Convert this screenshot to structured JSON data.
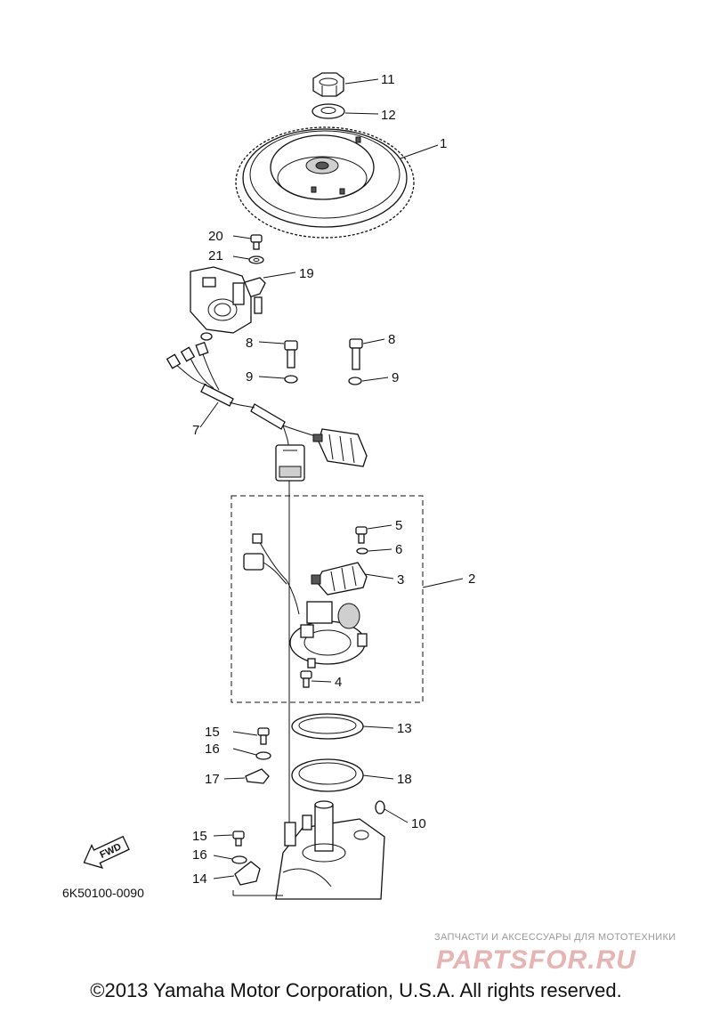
{
  "diagram": {
    "drawing_code": "6K50100-0090",
    "fwd_label": "FWD",
    "copyright": "©2013 Yamaha Motor Corporation, U.S.A. All rights reserved.",
    "watermark_tagline": "ЗАПЧАСТИ И АКСЕССУАРЫ ДЛЯ МОТОТЕХНИКИ",
    "watermark_brand": "PARTSFOR.RU",
    "callouts": [
      {
        "id": "c11",
        "text": "11"
      },
      {
        "id": "c12",
        "text": "12"
      },
      {
        "id": "c1",
        "text": "1"
      },
      {
        "id": "c20",
        "text": "20"
      },
      {
        "id": "c21",
        "text": "21"
      },
      {
        "id": "c19",
        "text": "19"
      },
      {
        "id": "c8a",
        "text": "8"
      },
      {
        "id": "c8b",
        "text": "8"
      },
      {
        "id": "c9a",
        "text": "9"
      },
      {
        "id": "c9b",
        "text": "9"
      },
      {
        "id": "c7",
        "text": "7"
      },
      {
        "id": "c5",
        "text": "5"
      },
      {
        "id": "c6",
        "text": "6"
      },
      {
        "id": "c3",
        "text": "3"
      },
      {
        "id": "c2",
        "text": "2"
      },
      {
        "id": "c4",
        "text": "4"
      },
      {
        "id": "c15a",
        "text": "15"
      },
      {
        "id": "c13",
        "text": "13"
      },
      {
        "id": "c16a",
        "text": "16"
      },
      {
        "id": "c17",
        "text": "17"
      },
      {
        "id": "c18",
        "text": "18"
      },
      {
        "id": "c10",
        "text": "10"
      },
      {
        "id": "c15b",
        "text": "15"
      },
      {
        "id": "c16b",
        "text": "16"
      },
      {
        "id": "c14",
        "text": "14"
      }
    ]
  }
}
